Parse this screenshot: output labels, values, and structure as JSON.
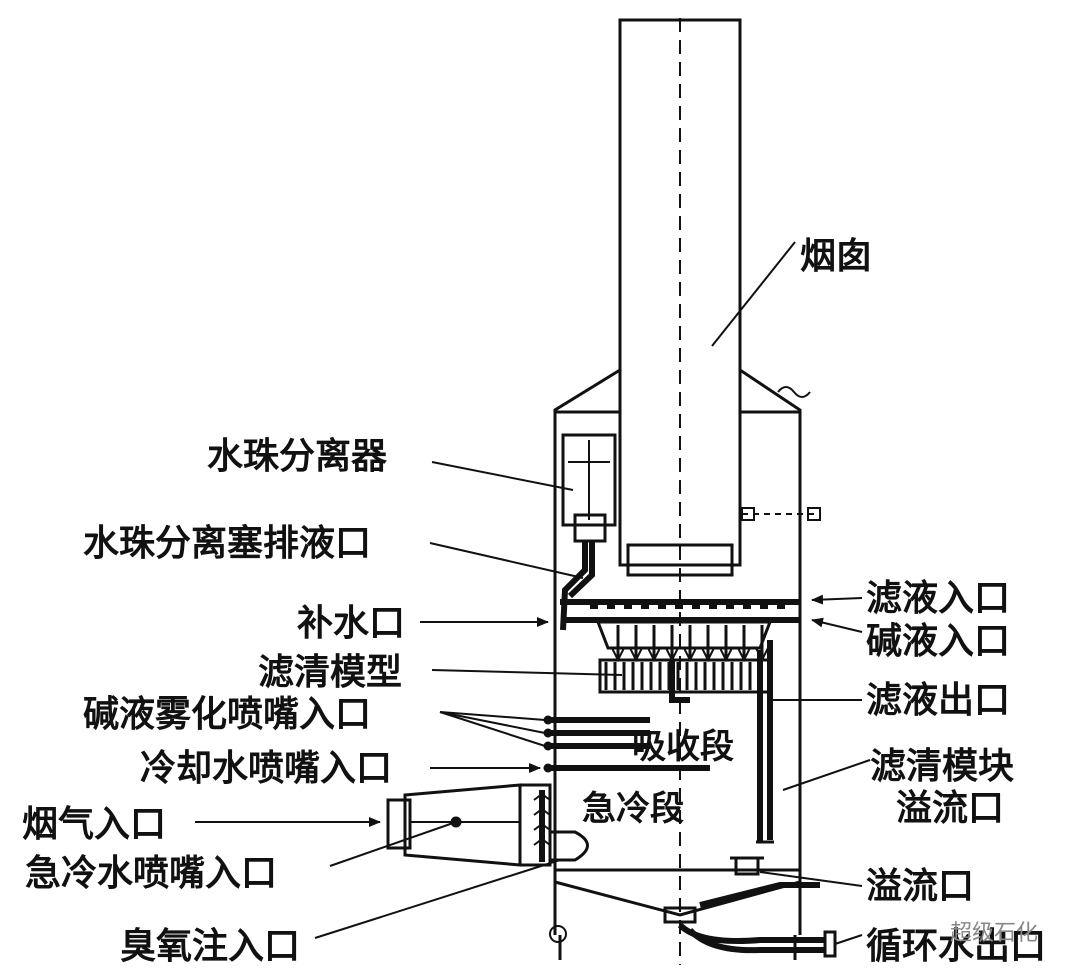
{
  "labels": {
    "chimney": "烟囱",
    "droplet_separator": "水珠分离器",
    "separator_drain": "水珠分离塞排液口",
    "makeup_water": "补水口",
    "filter_model": "滤清模型",
    "alkali_nozzle_inlet": "碱液雾化喷嘴入口",
    "cooling_nozzle_inlet": "冷却水喷嘴入口",
    "flue_gas_inlet": "烟气入口",
    "quench_nozzle_inlet": "急冷水喷嘴入口",
    "ozone_inlet": "臭氧注入口",
    "filtrate_inlet": "滤液入口",
    "alkali_inlet": "碱液入口",
    "filtrate_outlet": "滤液出口",
    "filter_overflow_line1": "滤清模块",
    "filter_overflow_line2": "溢流口",
    "overflow": "溢流口",
    "circulation_outlet": "循环水出口",
    "absorption_section": "吸收段",
    "quench_section": "急冷段"
  },
  "watermark": "超级石化"
}
